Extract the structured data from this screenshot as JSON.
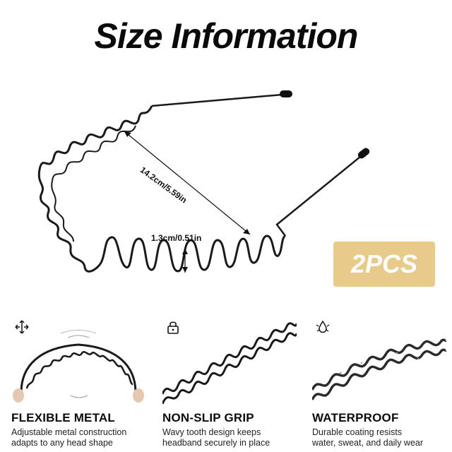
{
  "title": "Size Information",
  "dimensions": {
    "length": "14.2cm/5.59in",
    "height": "1.3cm/0.51in"
  },
  "badge": "2PCS",
  "features": [
    {
      "icon": "expand-arrows-icon",
      "heading": "FLEXIBLE METAL",
      "description_line1": "Adjustable metal construction",
      "description_line2": "adapts to any head shape"
    },
    {
      "icon": "lock-icon",
      "heading": "NON-SLIP GRIP",
      "description_line1": "Wavy tooth design keeps",
      "description_line2": "headband securely in place"
    },
    {
      "icon": "water-drop-icon",
      "heading": "WATERPROOF",
      "description_line1": "Durable coating resists",
      "description_line2": "water, sweat, and daily wear"
    }
  ],
  "colors": {
    "badge_bg": "#e8cb8a",
    "badge_text": "#ffffff",
    "wire": "#1a1a1a"
  }
}
